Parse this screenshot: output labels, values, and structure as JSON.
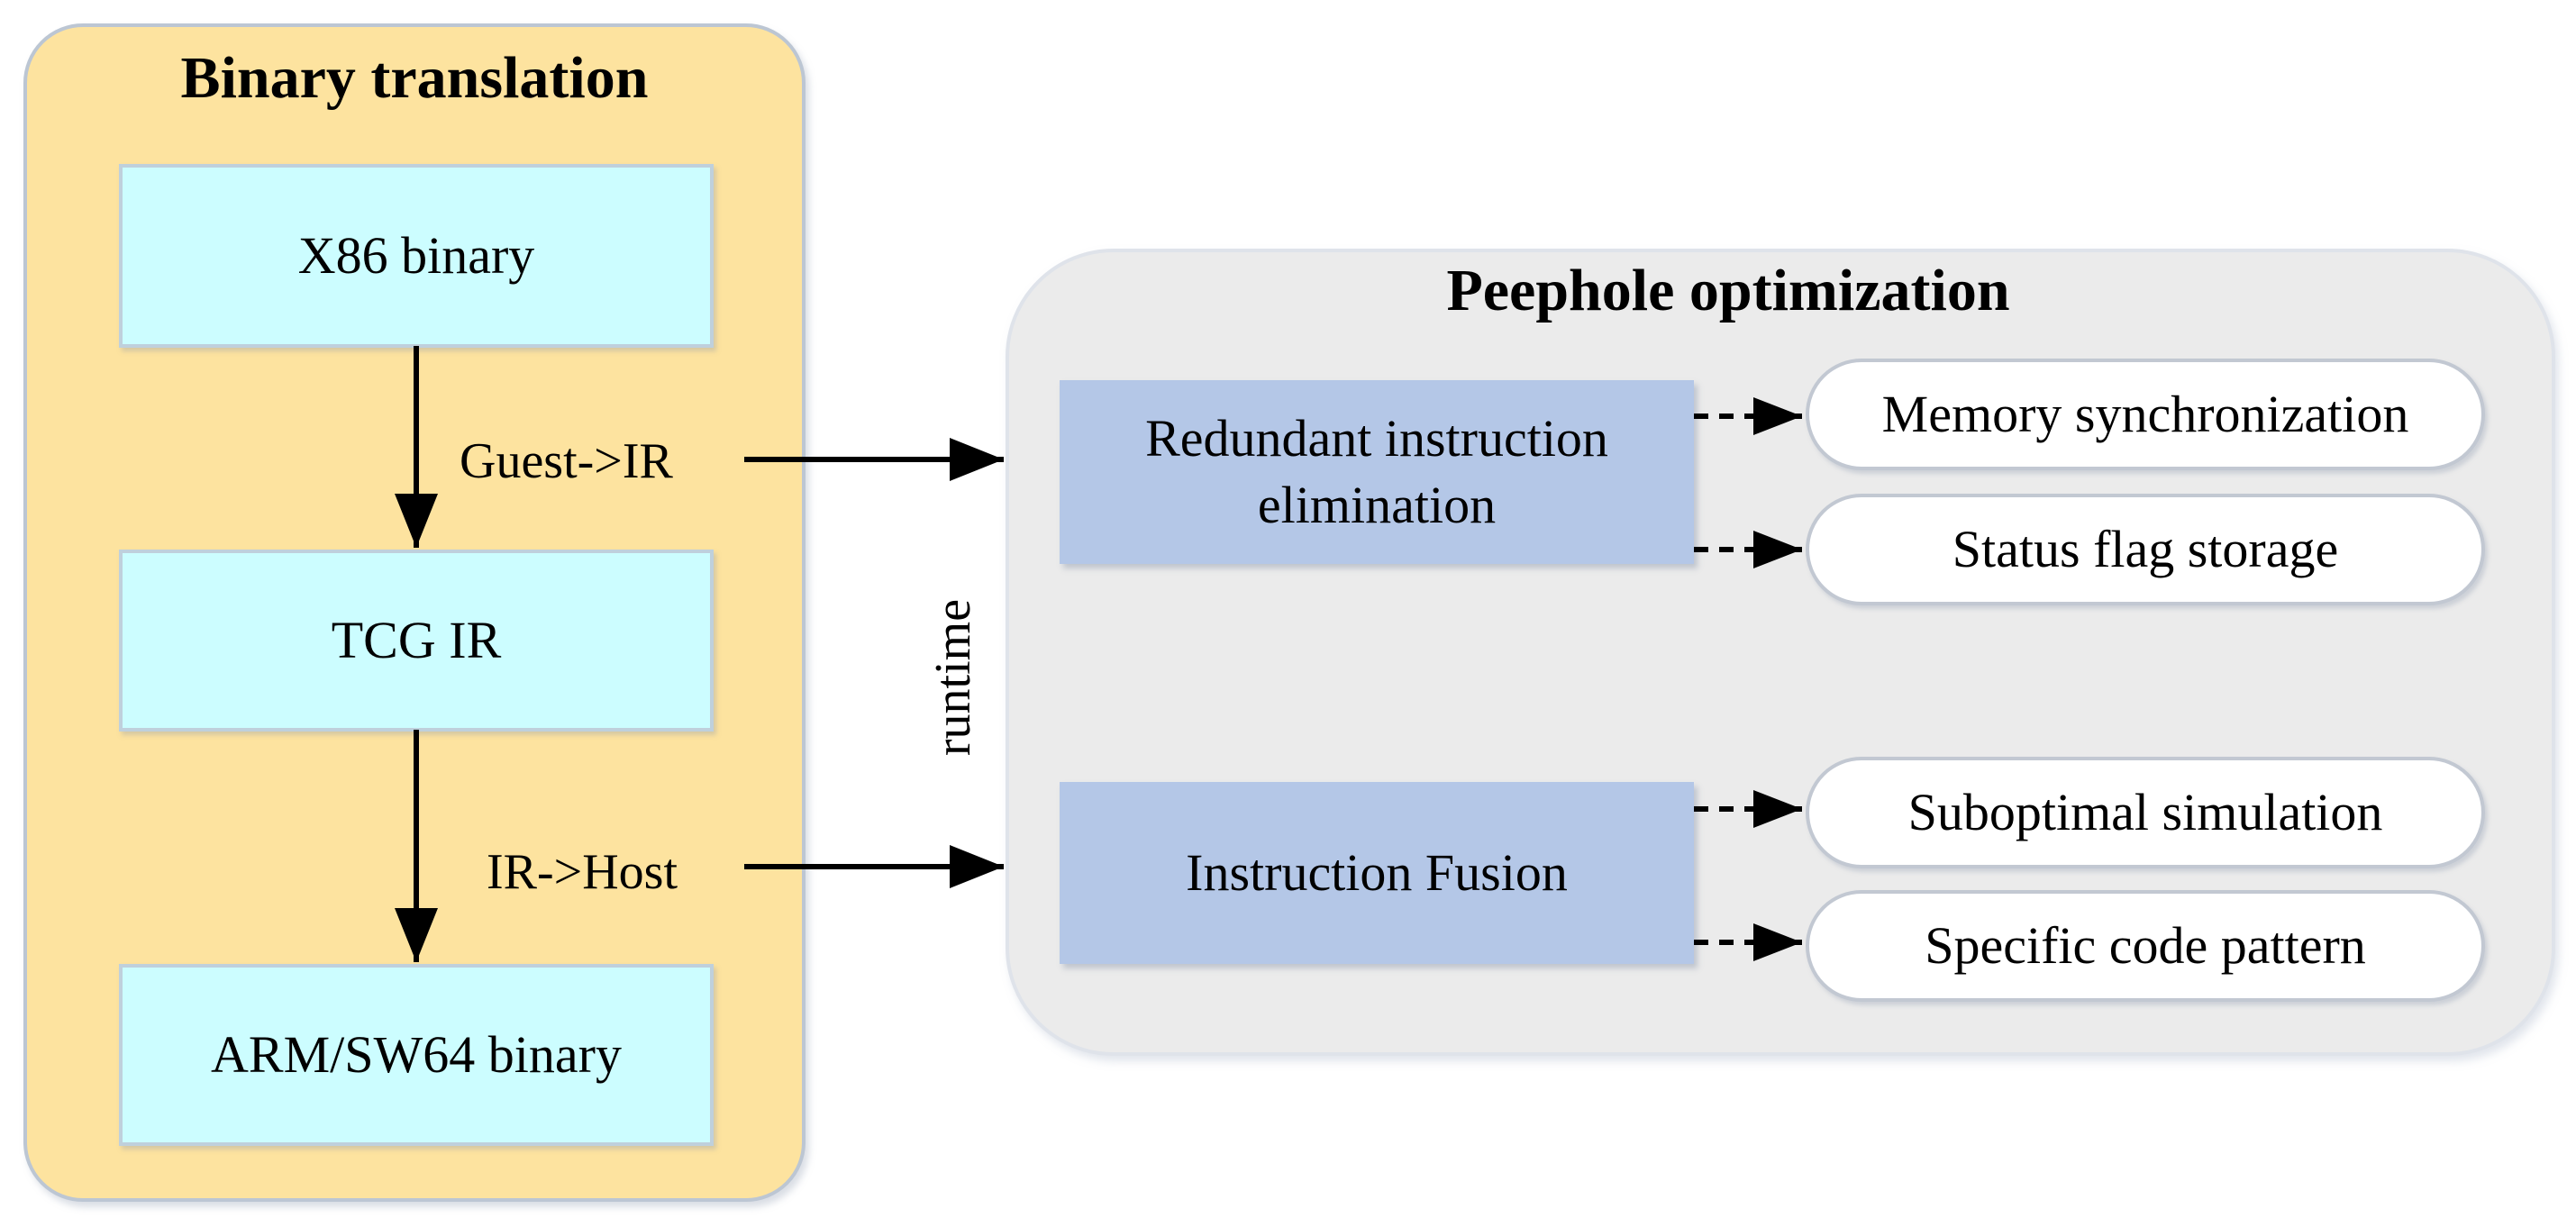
{
  "binary_translation": {
    "title": "Binary translation",
    "nodes": [
      "X86 binary",
      "TCG IR",
      "ARM/SW64 binary"
    ],
    "edges": [
      "Guest->IR",
      "IR->Host"
    ]
  },
  "peephole_optimization": {
    "title": "Peephole optimization",
    "runtime_label": "runtime",
    "groups": [
      {
        "label": "Redundant instruction elimination",
        "items": [
          "Memory synchronization",
          "Status flag storage"
        ]
      },
      {
        "label": "Instruction Fusion",
        "items": [
          "Suboptimal simulation",
          "Specific code pattern"
        ]
      }
    ]
  },
  "colors": {
    "left_panel": "#fde39f",
    "right_panel": "#ebebeb",
    "node_fill": "#ccfdff",
    "group_fill": "#b4c7e7",
    "pill_fill": "#ffffff"
  }
}
